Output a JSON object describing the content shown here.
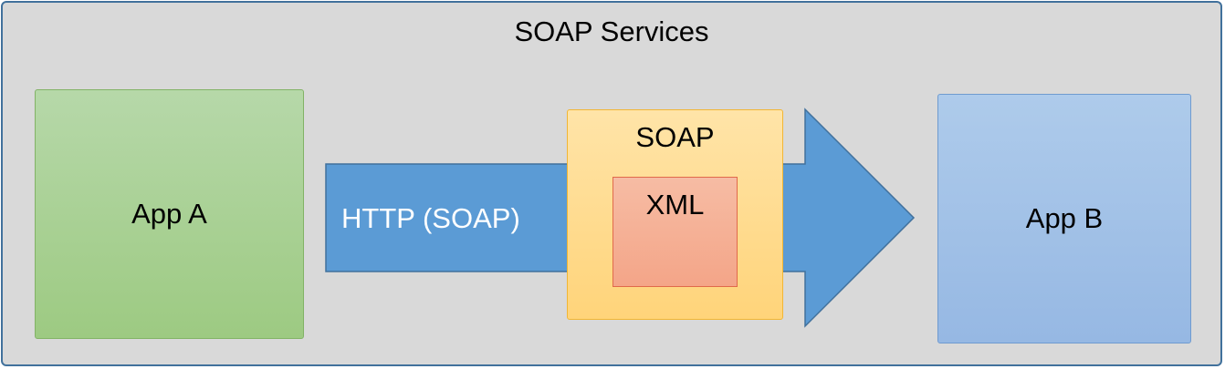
{
  "container": {
    "title": "SOAP Services"
  },
  "app_a": {
    "label": "App A"
  },
  "app_b": {
    "label": "App B"
  },
  "transport_arrow": {
    "label": "HTTP (SOAP)"
  },
  "soap_envelope": {
    "label": "SOAP"
  },
  "xml_payload": {
    "label": "XML"
  },
  "colors": {
    "background": "#d9d9d9",
    "border": "#41719c",
    "app_a_fill": "#a9d18e",
    "app_b_fill": "#9dc3e6",
    "arrow_fill": "#5b9bd5",
    "soap_fill": "#ffd966",
    "xml_fill": "#f4b183"
  }
}
